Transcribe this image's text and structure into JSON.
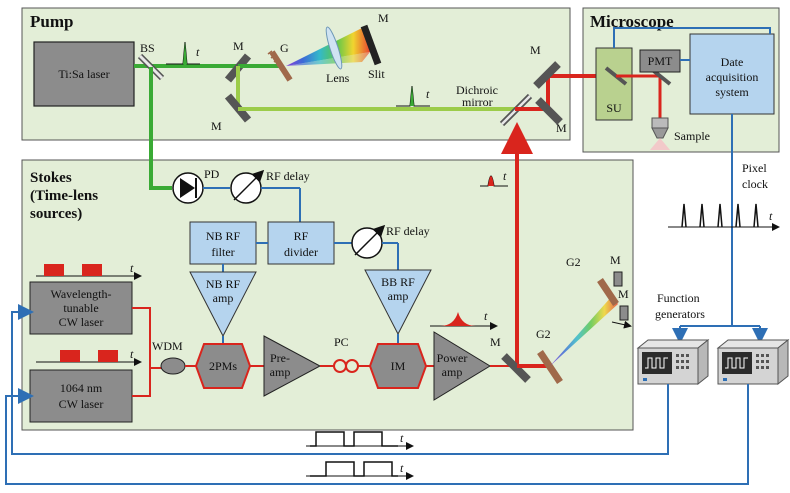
{
  "panels": {
    "pump": "Pump",
    "microscope": "Microscope",
    "stokes_line1": "Stokes",
    "stokes_line2": "(Time-lens",
    "stokes_line3": "sources)"
  },
  "components": {
    "tisa_laser": "Ti:Sa laser",
    "bs": "BS",
    "mirror": "M",
    "grating": "G",
    "lens": "Lens",
    "slit": "Slit",
    "dichroic_line1": "Dichroic",
    "dichroic_line2": "mirror",
    "su": "SU",
    "pmt": "PMT",
    "daq_line1": "Date",
    "daq_line2": "acquisition",
    "daq_line3": "system",
    "sample": "Sample",
    "pd": "PD",
    "rf_delay": "RF delay",
    "nb_rf_filter_line1": "NB RF",
    "nb_rf_filter_line2": "filter",
    "rf_divider_line1": "RF",
    "rf_divider_line2": "divider",
    "nb_rf_amp_line1": "NB RF",
    "nb_rf_amp_line2": "amp",
    "bb_rf_amp_line1": "BB RF",
    "bb_rf_amp_line2": "amp",
    "wl_laser_line1": "Wavelength-",
    "wl_laser_line2": "tunable",
    "wl_laser_line3": "CW laser",
    "cw1064_line1": "1064 nm",
    "cw1064_line2": "CW laser",
    "wdm": "WDM",
    "two_pms": "2PMs",
    "preamp_line1": "Pre-",
    "preamp_line2": "amp",
    "pc": "PC",
    "im": "IM",
    "power_amp_line1": "Power",
    "power_amp_line2": "amp",
    "g2": "G2",
    "pixel_clock_line1": "Pixel",
    "pixel_clock_line2": "clock",
    "function_gen_line1": "Function",
    "function_gen_line2": "generators",
    "t": "t"
  },
  "colors": {
    "panel_fill": "#e3eed7",
    "box_gray": "#8c8c8c",
    "box_blue": "#b5d4ee",
    "green_beam": "#3aaa35",
    "light_green_beam": "#9ccc4a",
    "red_beam": "#d9251d",
    "blue_line": "#2e6fb5",
    "grating": "#a0694a"
  }
}
